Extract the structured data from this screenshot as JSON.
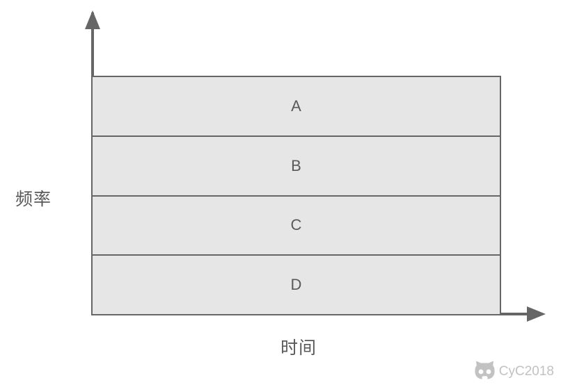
{
  "diagram": {
    "y_axis_label": "频率",
    "x_axis_label": "时间",
    "bands": [
      {
        "label": "A"
      },
      {
        "label": "B"
      },
      {
        "label": "C"
      },
      {
        "label": "D"
      }
    ]
  },
  "watermark": {
    "text": "CyC2018",
    "icon": "github-octocat-icon"
  },
  "colors": {
    "band_fill": "#e6e6e6",
    "band_border": "#666666",
    "axis": "#666666",
    "label_text": "#595959",
    "watermark": "#c2c2c2"
  }
}
